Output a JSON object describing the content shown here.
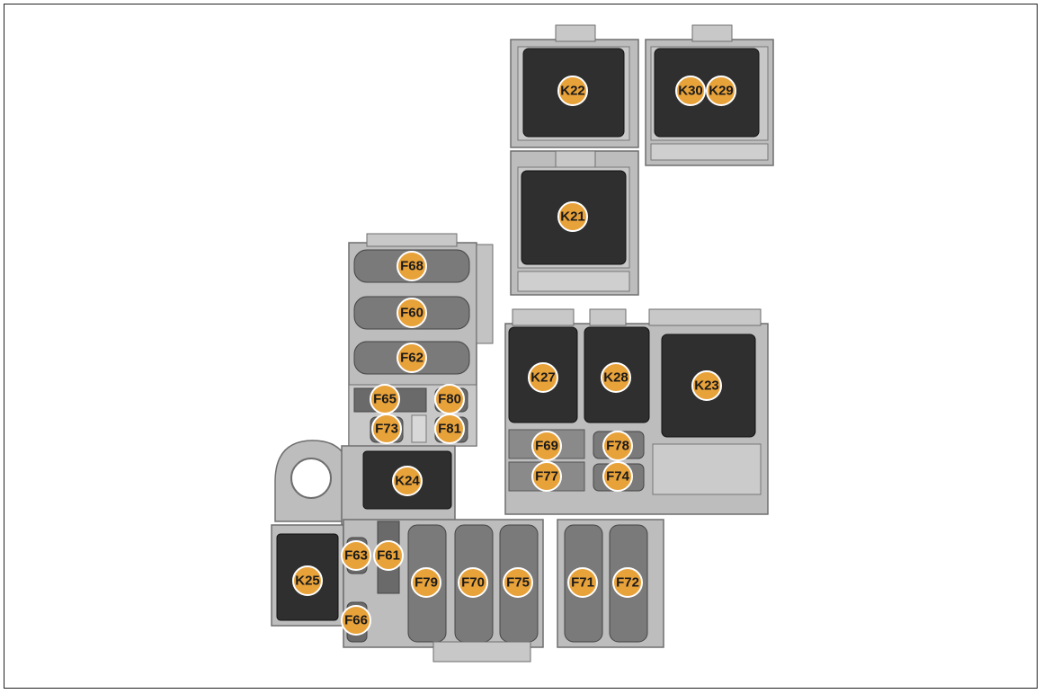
{
  "colors": {
    "housing": "#b9b9b9",
    "housing_light": "#cdcdcd",
    "outline": "#6e6e6e",
    "relay": "#2f2f2f",
    "fuse_body": "#7a7a7a",
    "badge_fill": "#e8a23a",
    "badge_stroke": "#ffffff",
    "label_text": "#1a1a1a"
  },
  "relays": [
    {
      "id": "K22",
      "label": "K22"
    },
    {
      "id": "K30",
      "label": "K30"
    },
    {
      "id": "K29",
      "label": "K29"
    },
    {
      "id": "K21",
      "label": "K21"
    },
    {
      "id": "K27",
      "label": "K27"
    },
    {
      "id": "K28",
      "label": "K28"
    },
    {
      "id": "K23",
      "label": "K23"
    },
    {
      "id": "K24",
      "label": "K24"
    },
    {
      "id": "K25",
      "label": "K25"
    }
  ],
  "fuses": [
    {
      "id": "F68",
      "label": "F68"
    },
    {
      "id": "F60",
      "label": "F60"
    },
    {
      "id": "F62",
      "label": "F62"
    },
    {
      "id": "F65",
      "label": "F65"
    },
    {
      "id": "F80",
      "label": "F80"
    },
    {
      "id": "F73",
      "label": "F73"
    },
    {
      "id": "F81",
      "label": "F81"
    },
    {
      "id": "F69",
      "label": "F69"
    },
    {
      "id": "F78",
      "label": "F78"
    },
    {
      "id": "F77",
      "label": "F77"
    },
    {
      "id": "F74",
      "label": "F74"
    },
    {
      "id": "F63",
      "label": "F63"
    },
    {
      "id": "F61",
      "label": "F61"
    },
    {
      "id": "F66",
      "label": "F66"
    },
    {
      "id": "F79",
      "label": "F79"
    },
    {
      "id": "F70",
      "label": "F70"
    },
    {
      "id": "F75",
      "label": "F75"
    },
    {
      "id": "F71",
      "label": "F71"
    },
    {
      "id": "F72",
      "label": "F72"
    }
  ]
}
